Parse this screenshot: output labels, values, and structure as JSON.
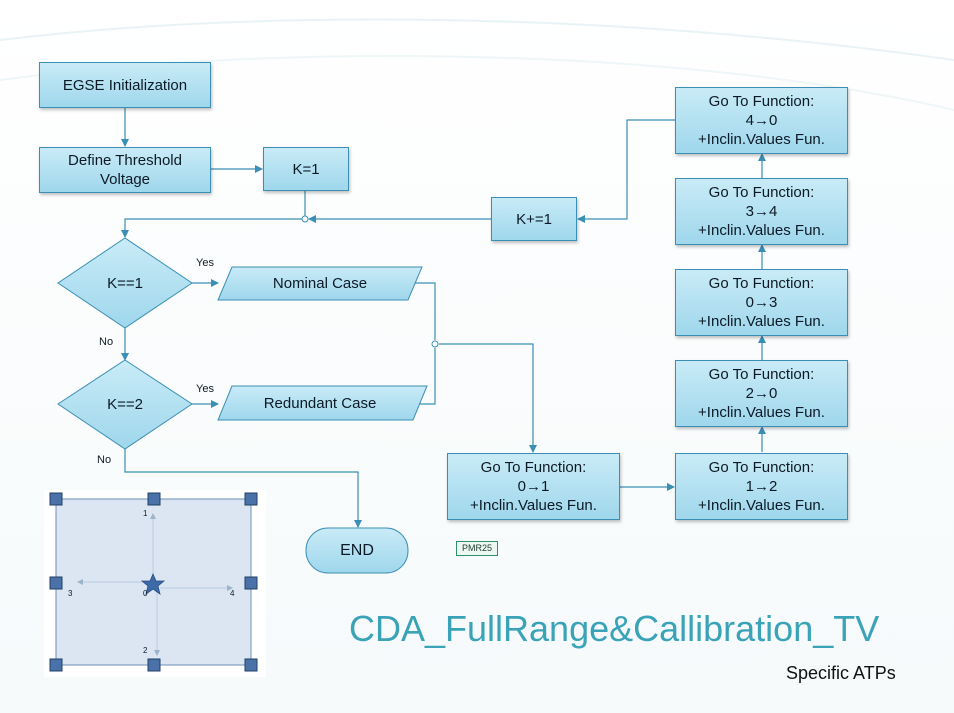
{
  "flow": {
    "egse_init": "EGSE Initialization",
    "define_threshold": "Define Threshold\nVoltage",
    "k_eq_1_assign": "K=1",
    "k_increment": "K+=1",
    "decision_k1": "K==1",
    "decision_k2": "K==2",
    "nominal_case": "Nominal Case",
    "redundant_case": "Redundant Case",
    "yes_label_1": "Yes",
    "yes_label_2": "Yes",
    "no_label_1": "No",
    "no_label_2": "No",
    "end": "END",
    "func_01": "Go To Function:\n0→1\n+Inclin.Values Fun.",
    "func_12": "Go To Function:\n1→2\n+Inclin.Values Fun.",
    "func_20": "Go To Function:\n2→0\n+Inclin.Values Fun.",
    "func_03": "Go To Function:\n0→3\n+Inclin.Values Fun.",
    "func_34": "Go To Function:\n3→4\n+Inclin.Values Fun.",
    "func_40": "Go To Function:\n4→0\n+Inclin.Values Fun."
  },
  "position_diagram": {
    "label_1": "1",
    "label_2": "2",
    "label_3": "3",
    "label_4": "4",
    "label_0": "0"
  },
  "tag": "PMR25",
  "title": "CDA_FullRange&Callibration_TV",
  "subtitle": "Specific ATPs",
  "colors": {
    "box_fill_top": "#c9ebf7",
    "box_fill_bottom": "#9fd7ec",
    "box_border": "#3b8fb5",
    "connector": "#3b8fb5",
    "title": "#3aa3b8"
  }
}
